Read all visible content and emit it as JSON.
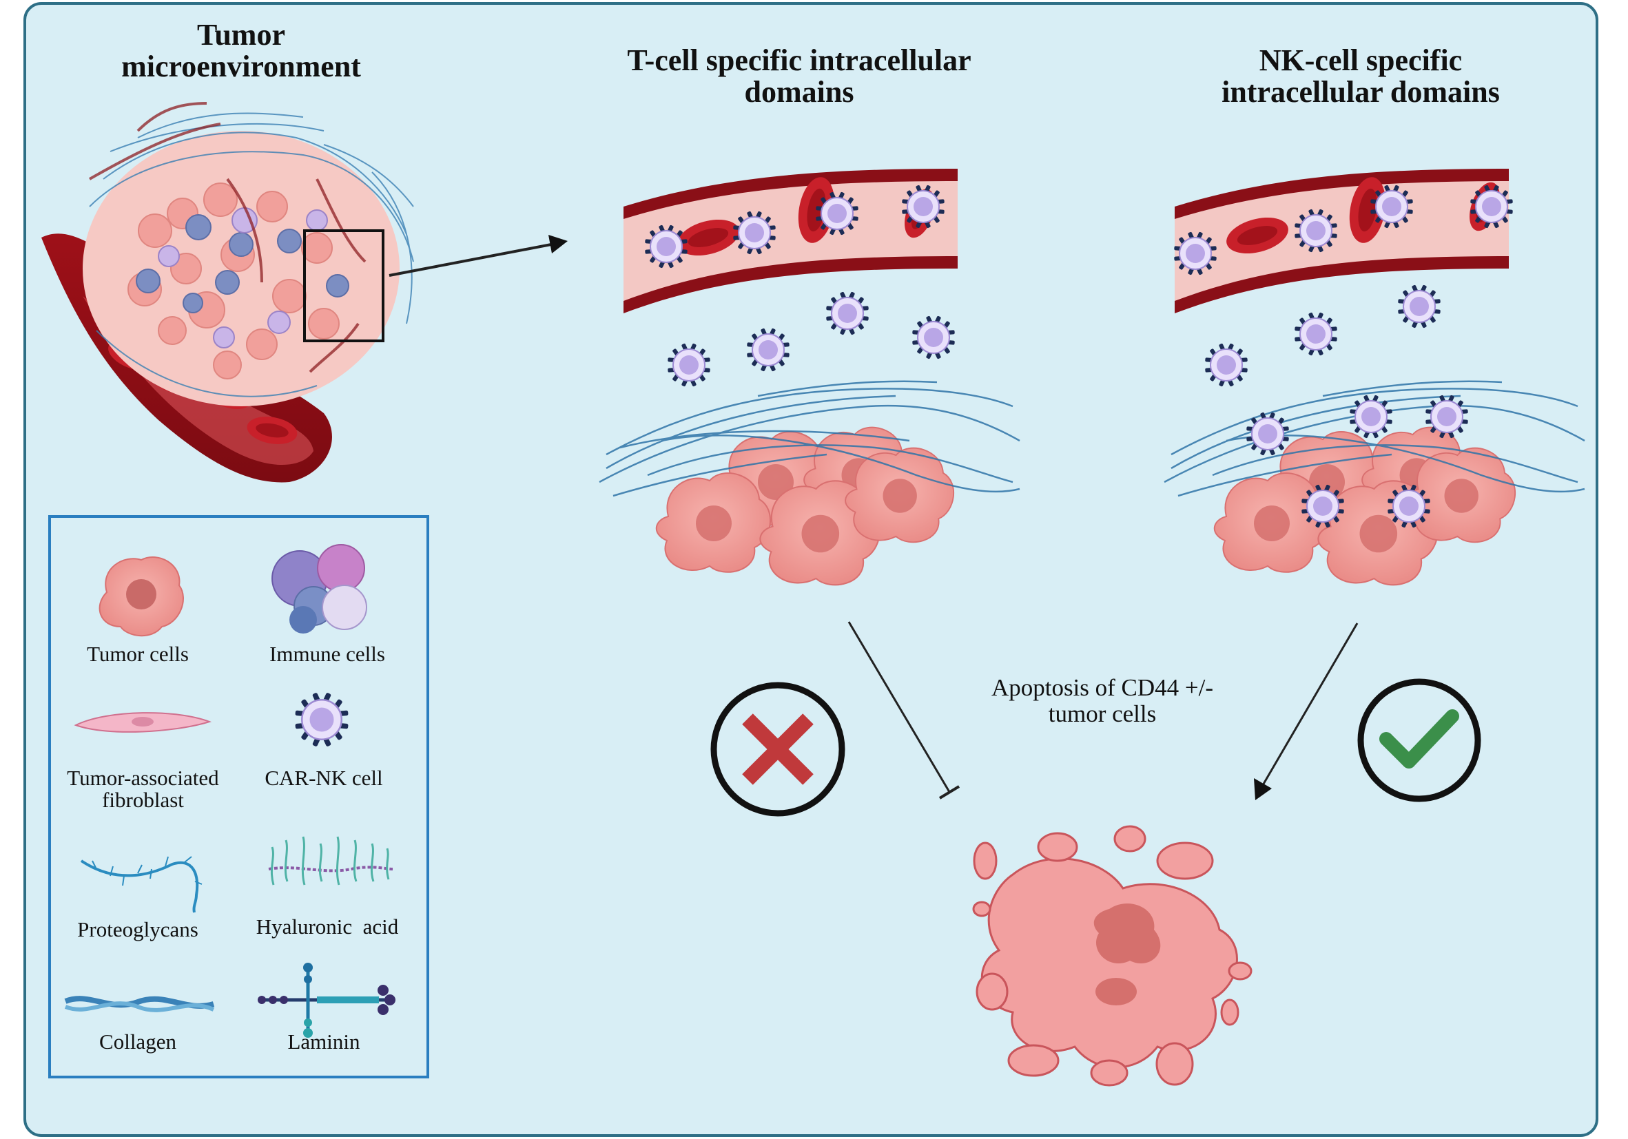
{
  "titles": {
    "tme": "Tumor microenvironment",
    "tcell": "T-cell specific intracellular domains",
    "nkcell": "NK-cell specific intracellular domains"
  },
  "outcome": {
    "apoptosis": "Apoptosis of CD44 +/- tumor cells",
    "tcell_result": "cross-icon",
    "nkcell_result": "check-icon"
  },
  "legend": {
    "items": [
      {
        "label": "Tumor cells",
        "icon": "tumor-cell-icon"
      },
      {
        "label": "Immune cells",
        "icon": "immune-cells-icon"
      },
      {
        "label": "Tumor-associated fibroblast",
        "icon": "fibroblast-icon"
      },
      {
        "label": "CAR-NK cell",
        "icon": "car-nk-cell-icon"
      },
      {
        "label": "Proteoglycans",
        "icon": "proteoglycan-icon"
      },
      {
        "label": "Hyaluronic  acid",
        "icon": "hyaluronic-acid-icon"
      },
      {
        "label": "Collagen",
        "icon": "collagen-icon"
      },
      {
        "label": "Laminin",
        "icon": "laminin-icon"
      }
    ]
  },
  "colors": {
    "background": "#d8eef5",
    "frame": "#2e6f86",
    "vessel": "#b3161f",
    "tumor": "#f2a0a0",
    "car_nk": "#c7b8e8",
    "cross": "#c0393b",
    "check": "#3b8f4a"
  }
}
